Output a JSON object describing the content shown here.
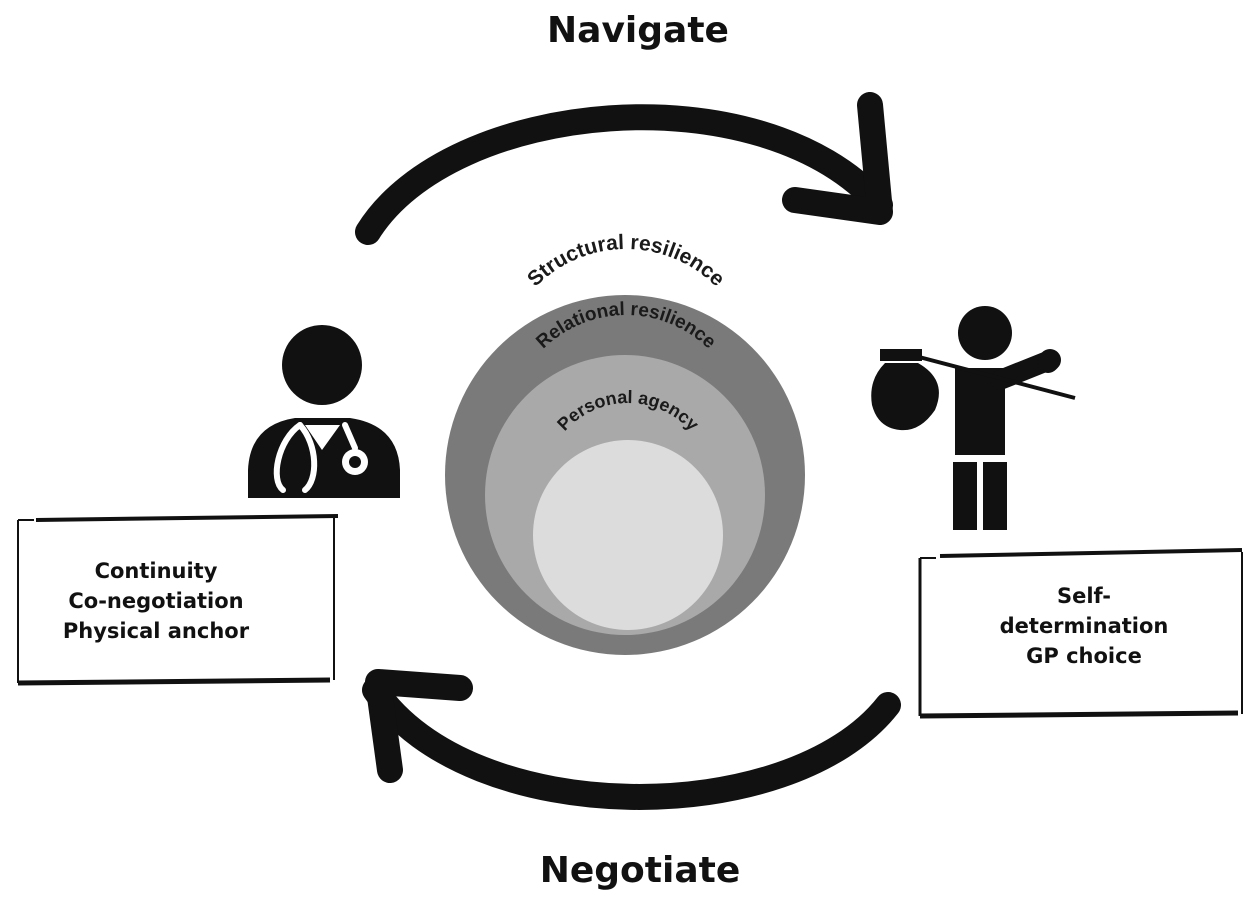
{
  "diagram": {
    "top_label": "Navigate",
    "bottom_label": "Negotiate",
    "rings": {
      "outer": "Structural resilience",
      "middle": "Relational resilience",
      "inner": "Personal agency"
    },
    "left_box": {
      "line1": "Continuity",
      "line2": "Co-negotiation",
      "line3": "Physical anchor"
    },
    "right_box": {
      "line1": "Self-",
      "line2": "determination",
      "line3": "GP choice"
    },
    "icons": {
      "left": "doctor-icon",
      "right": "traveller-with-bindle-icon"
    },
    "colors": {
      "outer_ring": "#7a7a7a",
      "middle_ring": "#a9a9a9",
      "inner_ring": "#dcdcdc",
      "ink": "#111111"
    }
  }
}
